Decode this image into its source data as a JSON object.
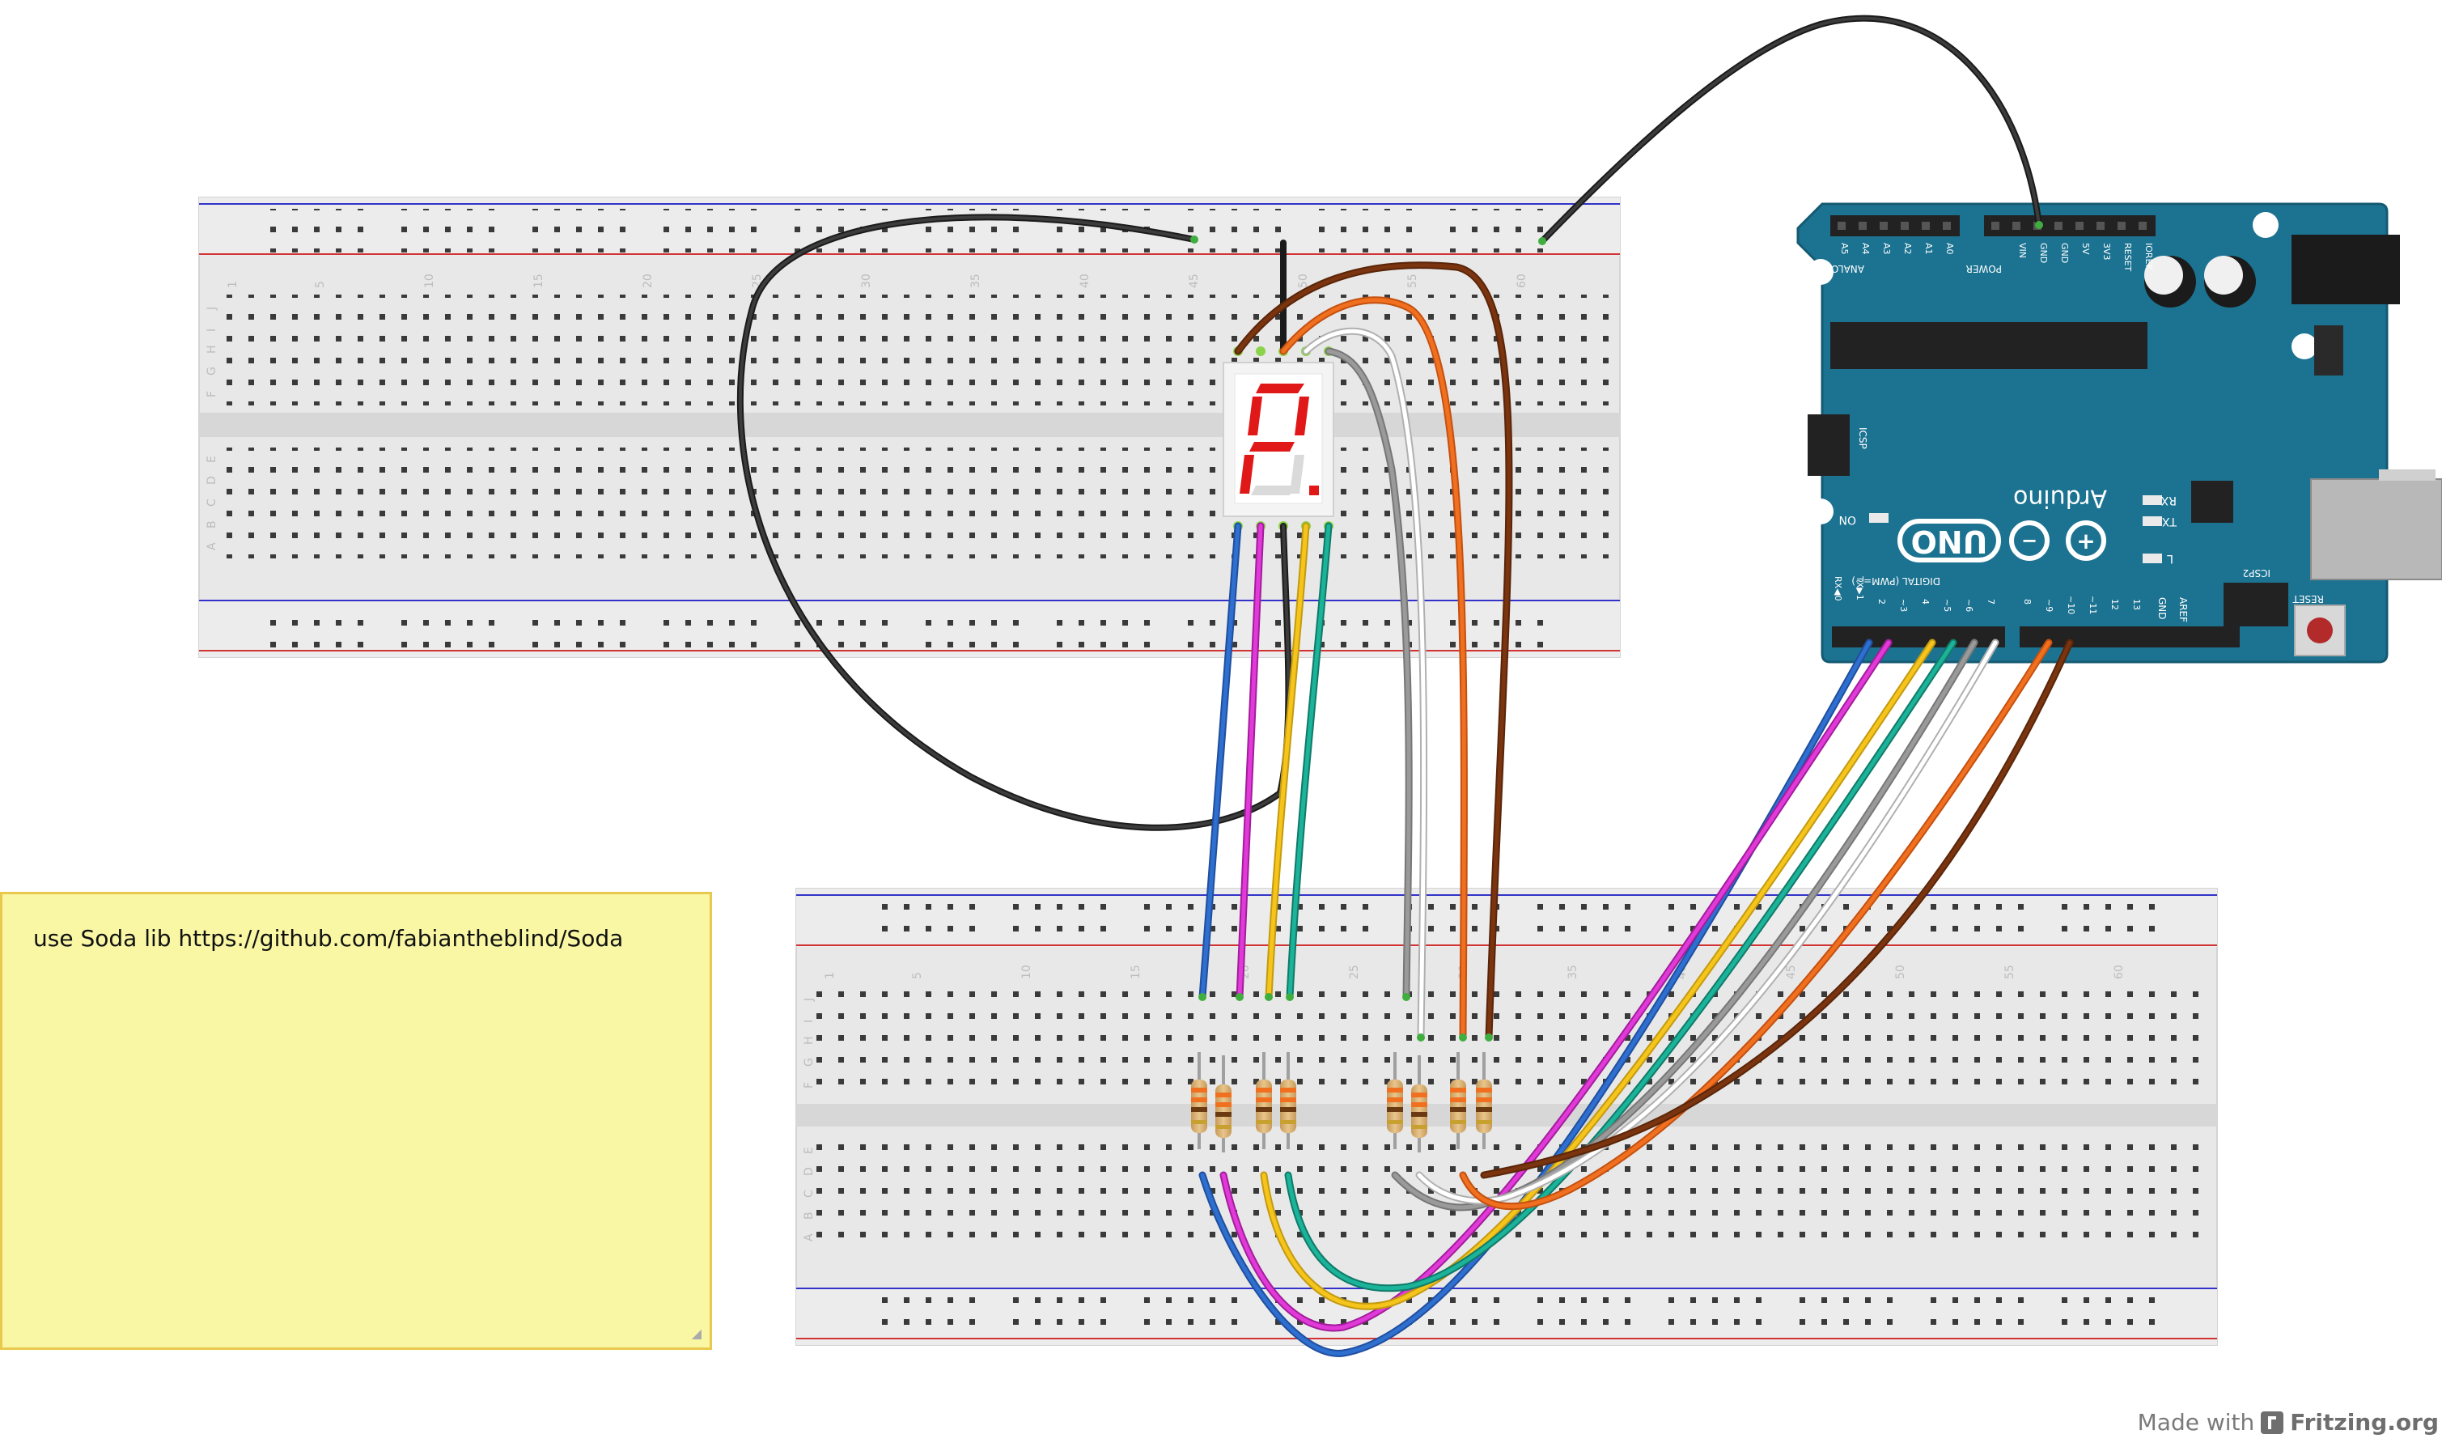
{
  "note": {
    "text": "use Soda lib https://github.com/fabiantheblind/Soda"
  },
  "footer": {
    "made_with": "Made with",
    "brand": "Fritzing.org"
  },
  "breadboard": {
    "row_letters_top": [
      "J",
      "I",
      "H",
      "G",
      "F"
    ],
    "row_letters_bottom": [
      "E",
      "D",
      "C",
      "B",
      "A"
    ],
    "column_numbers": [
      "1",
      "5",
      "10",
      "15",
      "20",
      "25",
      "30",
      "35",
      "40",
      "45",
      "50",
      "55",
      "60"
    ]
  },
  "arduino": {
    "brand": "Arduino",
    "model": "UNO",
    "digital_label": "DIGITAL (PWM=~)",
    "power_label": "POWER",
    "analog_label": "ANALOG IN",
    "icsp_label": "ICSP",
    "icsp2_label": "ICSP2",
    "reset_label": "RESET",
    "on_label": "ON",
    "rx_label": "RX",
    "tx_label": "TX",
    "l_label": "L",
    "aref_label": "AREF",
    "gnd_label": "GND",
    "digital_pins": [
      "RX◀0",
      "TX▶1",
      "2",
      "~3",
      "4",
      "~5",
      "~6",
      "7",
      "8",
      "~9",
      "~10",
      "~11",
      "12",
      "13"
    ],
    "power_pins": [
      "IOREF",
      "RESET",
      "3V3",
      "5V",
      "GND",
      "GND",
      "VIN"
    ],
    "analog_pins": [
      "A0",
      "A1",
      "A2",
      "A3",
      "A4",
      "A5"
    ]
  },
  "wire_colors": {
    "black": "#2b2b2b",
    "brown": "#7a3410",
    "orange": "#f07020",
    "white": "#ffffff",
    "grey": "#9a9a9a",
    "blue": "#2f6fd0",
    "magenta": "#e13ad8",
    "yellow": "#f5c51c",
    "teal": "#1bb39a",
    "arduino_teal": "#1c7391",
    "segment_red": "#e01818"
  }
}
